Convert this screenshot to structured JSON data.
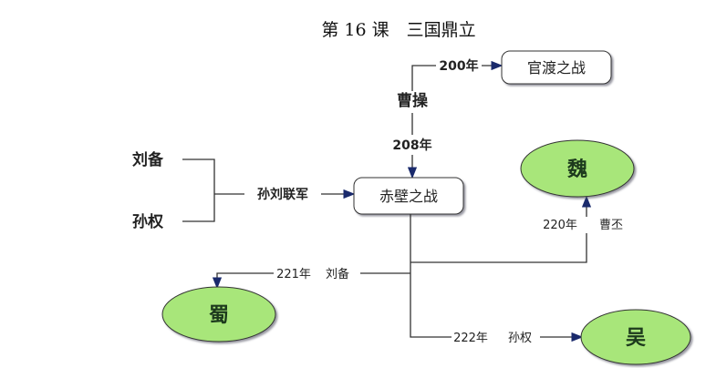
{
  "title": "第 16 课　三国鼎立",
  "nodes": {
    "guandu": "官渡之战",
    "chibi": "赤壁之战",
    "wei": "魏",
    "shu": "蜀",
    "wu": "吴"
  },
  "people": {
    "liubei": "刘备",
    "sunquan": "孙权",
    "caocao": "曹操"
  },
  "labels": {
    "y200": "200年",
    "y208": "208年",
    "alliance": "孙刘联军",
    "wei_year": "220年",
    "wei_ruler": "曹丕",
    "shu_year": "221年",
    "shu_ruler": "刘备",
    "wu_year": "222年",
    "wu_ruler": "孙权"
  },
  "colors": {
    "ellipse_fill": "#a8e67a",
    "arrow": "#1a2a6c"
  }
}
